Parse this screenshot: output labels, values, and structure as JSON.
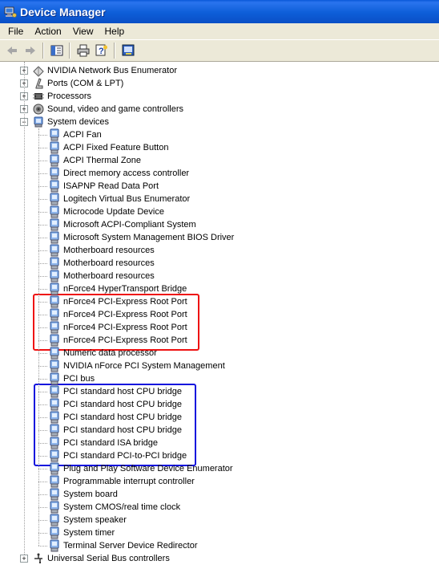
{
  "window": {
    "title": "Device Manager",
    "icon": "device-manager-icon"
  },
  "menu": [
    "File",
    "Action",
    "View",
    "Help"
  ],
  "toolbar": [
    {
      "icon": "back-arrow-icon",
      "name": "back-button"
    },
    {
      "icon": "forward-arrow-icon",
      "name": "forward-button"
    },
    {
      "icon": "show-hide-console-tree-icon",
      "name": "show-hide-console-tree-button"
    },
    {
      "icon": "print-icon",
      "name": "print-button"
    },
    {
      "icon": "help-icon",
      "name": "help-button"
    },
    {
      "icon": "properties-icon",
      "name": "properties-button"
    }
  ],
  "tree": {
    "categories_before": [
      {
        "label": "NVIDIA Network Bus Enumerator",
        "icon": "network-bus-icon",
        "expanded": false
      },
      {
        "label": "Ports (COM & LPT)",
        "icon": "port-icon",
        "expanded": false
      },
      {
        "label": "Processors",
        "icon": "processor-chip-icon",
        "expanded": false
      },
      {
        "label": "Sound, video and game controllers",
        "icon": "speaker-icon",
        "expanded": false
      }
    ],
    "system_devices": {
      "label": "System devices",
      "icon": "computer-device-icon",
      "expanded": true,
      "children": [
        "ACPI Fan",
        "ACPI Fixed Feature Button",
        "ACPI Thermal Zone",
        "Direct memory access controller",
        "ISAPNP Read Data Port",
        "Logitech Virtual Bus Enumerator",
        "Microcode Update Device",
        "Microsoft ACPI-Compliant System",
        "Microsoft System Management BIOS Driver",
        "Motherboard resources",
        "Motherboard resources",
        "Motherboard resources",
        "nForce4 HyperTransport Bridge",
        "nForce4 PCI-Express Root Port",
        "nForce4 PCI-Express Root Port",
        "nForce4 PCI-Express Root Port",
        "nForce4 PCI-Express Root Port",
        "Numeric data processor",
        "NVIDIA nForce PCI System Management",
        "PCI bus",
        "PCI standard host CPU bridge",
        "PCI standard host CPU bridge",
        "PCI standard host CPU bridge",
        "PCI standard host CPU bridge",
        "PCI standard ISA bridge",
        "PCI standard PCI-to-PCI bridge",
        "Plug and Play Software Device Enumerator",
        "Programmable interrupt controller",
        "System board",
        "System CMOS/real time clock",
        "System speaker",
        "System timer",
        "Terminal Server Device Redirector"
      ]
    },
    "categories_after": [
      {
        "label": "Universal Serial Bus controllers",
        "icon": "usb-icon",
        "expanded": false
      }
    ]
  },
  "highlights": [
    {
      "color": "#ee1111",
      "first_child": 13,
      "last_child": 16
    },
    {
      "color": "#1111dd",
      "first_child": 20,
      "last_child": 25
    }
  ],
  "colors": {
    "titlebar": "#0a58d8",
    "chrome": "#ece9d8",
    "red_box": "#ee1111",
    "blue_box": "#1111dd"
  }
}
